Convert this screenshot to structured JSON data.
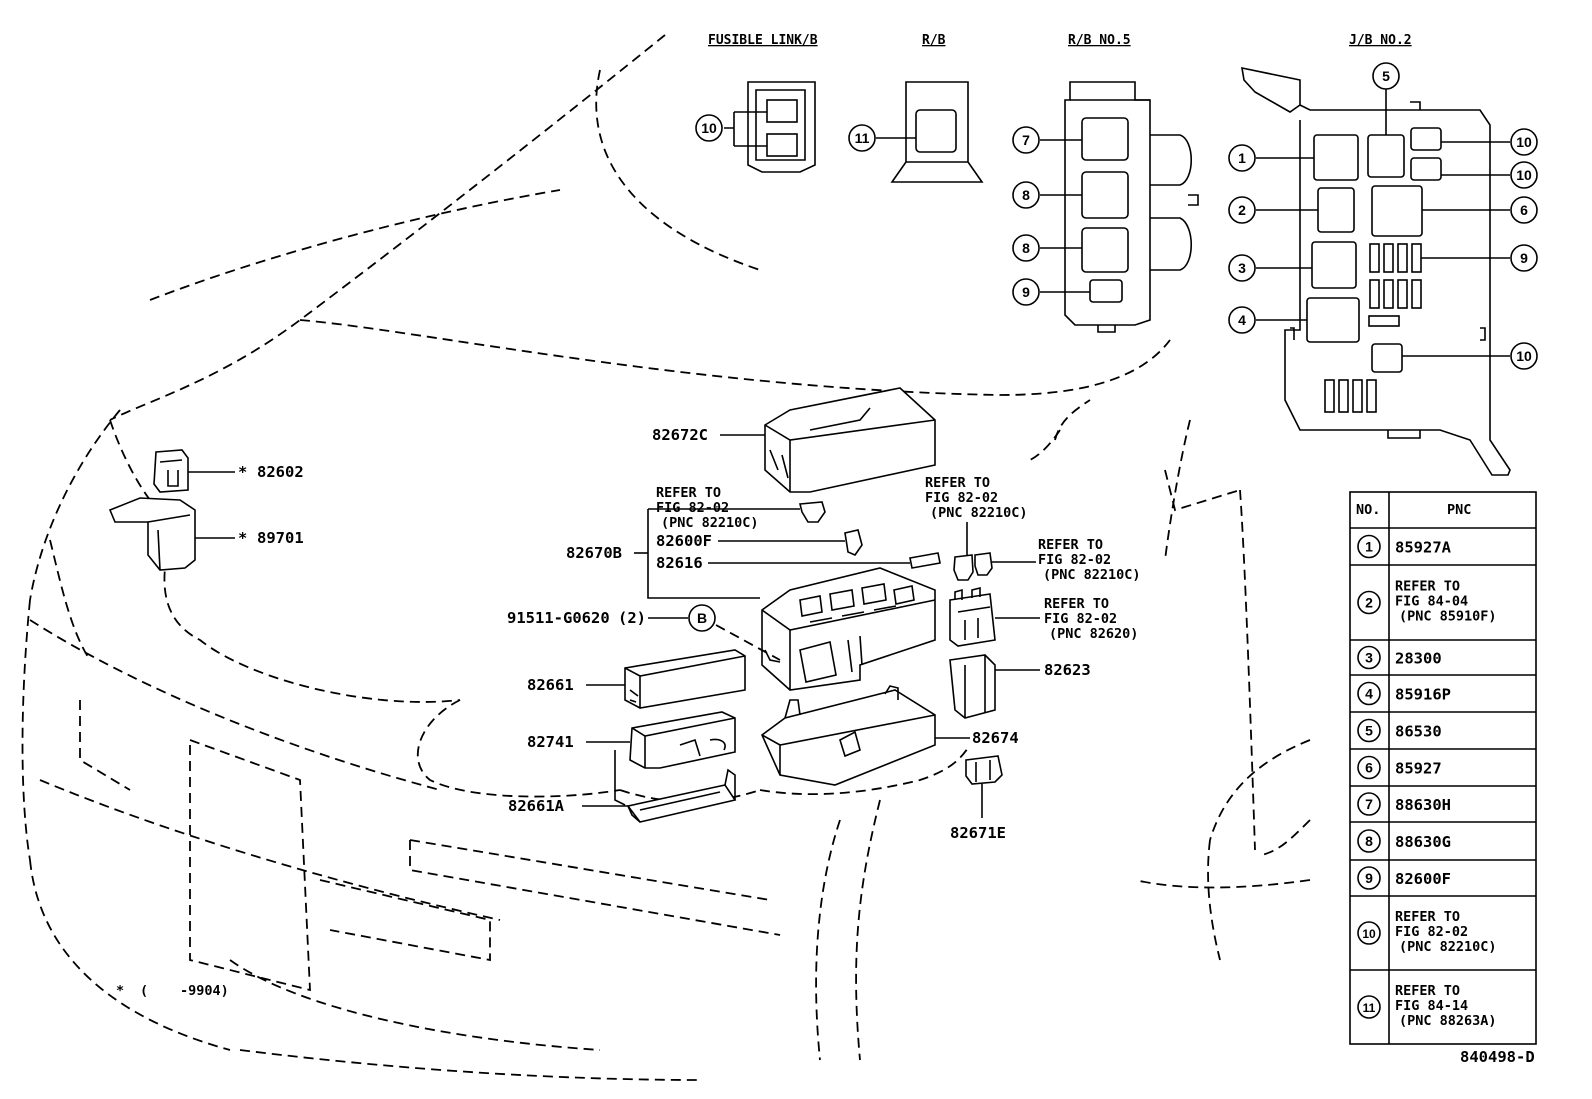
{
  "headers": {
    "fusible_link": "FUSIBLE LINK/B",
    "rb": "R/B",
    "rb5": "R/B NO.5",
    "jb2": "J/B NO.2"
  },
  "callouts": {
    "c1": "1",
    "c2": "2",
    "c3": "3",
    "c4": "4",
    "c5": "5",
    "c6": "6",
    "c7": "7",
    "c8": "8",
    "c9": "9",
    "c10": "10",
    "c11": "11",
    "cB": "B"
  },
  "parts": {
    "p82602": "82602",
    "p89701": "89701",
    "p82672C": "82672C",
    "p82670B": "82670B",
    "p82600F": "82600F",
    "p82616": "82616",
    "p91511": "91511-G0620",
    "p91511_qty": "(2)",
    "p82661": "82661",
    "p82741": "82741",
    "p82661A": "82661A",
    "p82623": "82623",
    "p82674": "82674",
    "p82671E": "82671E",
    "star": "*"
  },
  "refer": {
    "a1": "REFER TO",
    "a2": "FIG 82-02",
    "a3": "(PNC 82210C)",
    "b1": "REFER TO",
    "b2": "FIG 82-02",
    "b3": "(PNC 82210C)",
    "c1": "REFER TO",
    "c2": "FIG 82-02",
    "c3": "(PNC 82210C)",
    "d1": "REFER TO",
    "d2": "FIG 82-02",
    "d3": "(PNC 82620)"
  },
  "footnote": {
    "star": "*",
    "open": "(",
    "range": "-9904)"
  },
  "figure_code": "840498-D",
  "table": {
    "col_no": "NO.",
    "col_pnc": "PNC",
    "rows": [
      {
        "no": "1",
        "l1": "85927A",
        "l2": "",
        "l3": ""
      },
      {
        "no": "2",
        "l1": "REFER TO",
        "l2": "FIG 84-04",
        "l3": "(PNC 85910F)"
      },
      {
        "no": "3",
        "l1": "28300",
        "l2": "",
        "l3": ""
      },
      {
        "no": "4",
        "l1": "85916P",
        "l2": "",
        "l3": ""
      },
      {
        "no": "5",
        "l1": "86530",
        "l2": "",
        "l3": ""
      },
      {
        "no": "6",
        "l1": "85927",
        "l2": "",
        "l3": ""
      },
      {
        "no": "7",
        "l1": "88630H",
        "l2": "",
        "l3": ""
      },
      {
        "no": "8",
        "l1": "88630G",
        "l2": "",
        "l3": ""
      },
      {
        "no": "9",
        "l1": "82600F",
        "l2": "",
        "l3": ""
      },
      {
        "no": "10",
        "l1": "REFER TO",
        "l2": "FIG 82-02",
        "l3": "(PNC 82210C)"
      },
      {
        "no": "11",
        "l1": "REFER TO",
        "l2": "FIG 84-14",
        "l3": "(PNC 88263A)"
      }
    ]
  }
}
